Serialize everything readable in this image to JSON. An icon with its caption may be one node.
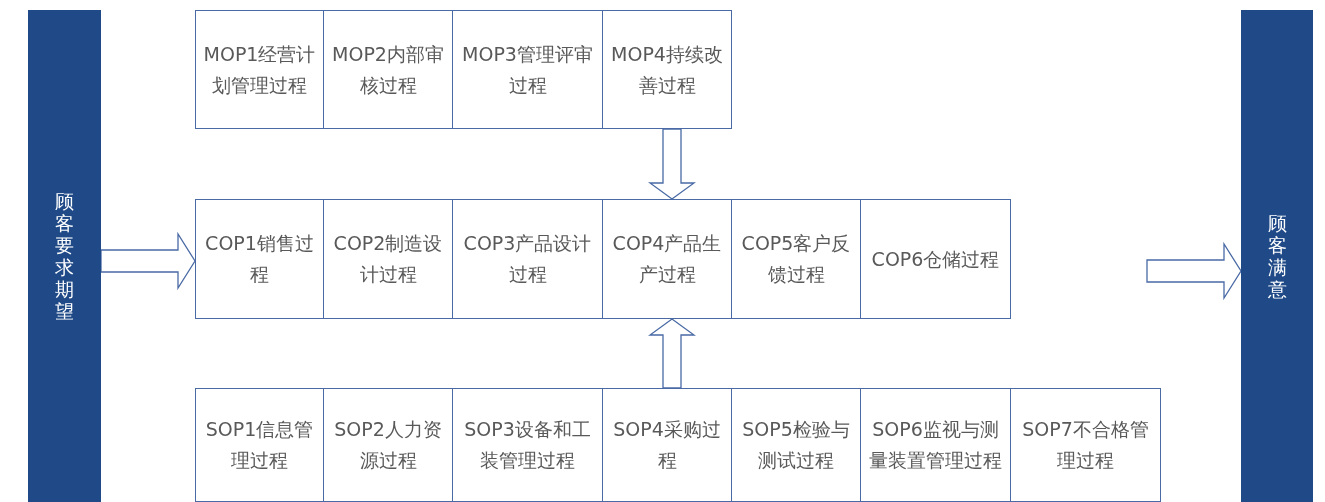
{
  "diagram": {
    "nodes": [
      {
        "text": [
          "顾客要求期望"
        ]
      },
      {
        "text": [
          "顾客满意"
        ]
      },
      {
        "text": [
          "MOP1经营计划管理过程"
        ]
      },
      {
        "text": [
          "MOP2内部审核过程"
        ]
      },
      {
        "text": [
          "MOP3管理评审过程"
        ]
      },
      {
        "text": [
          "MOP4持续改善过程"
        ]
      },
      {
        "text": [
          "COP1销售过程"
        ]
      },
      {
        "text": [
          "COP2制造设计过程"
        ]
      },
      {
        "text": [
          "COP3产品设计过程"
        ]
      },
      {
        "text": [
          "COP4产品生产过程"
        ]
      },
      {
        "text": [
          "COP5客户反馈过程"
        ]
      },
      {
        "text": [
          "COP6仓储过程"
        ]
      },
      {
        "text": [
          "SOP1信息管理过程"
        ]
      },
      {
        "text": [
          "SOP2人力资源过程"
        ]
      },
      {
        "text": [
          "SOP3设备和工装管理过程"
        ]
      },
      {
        "text": [
          "SOP4采购过程"
        ]
      },
      {
        "text": [
          "SOP5检验与测试过程"
        ]
      },
      {
        "text": [
          "SOP6监视与测量装置管理过程"
        ]
      },
      {
        "text": [
          "SOP7不合格管理过程"
        ]
      }
    ],
    "edges": [
      {
        "from": 5,
        "to": 9,
        "arrow": "to"
      },
      {
        "from": 15,
        "to": 9,
        "arrow": "to"
      },
      {
        "from": 0,
        "to": 6,
        "arrow": "to"
      },
      {
        "from": null,
        "to": 1,
        "arrow": "to"
      }
    ]
  }
}
